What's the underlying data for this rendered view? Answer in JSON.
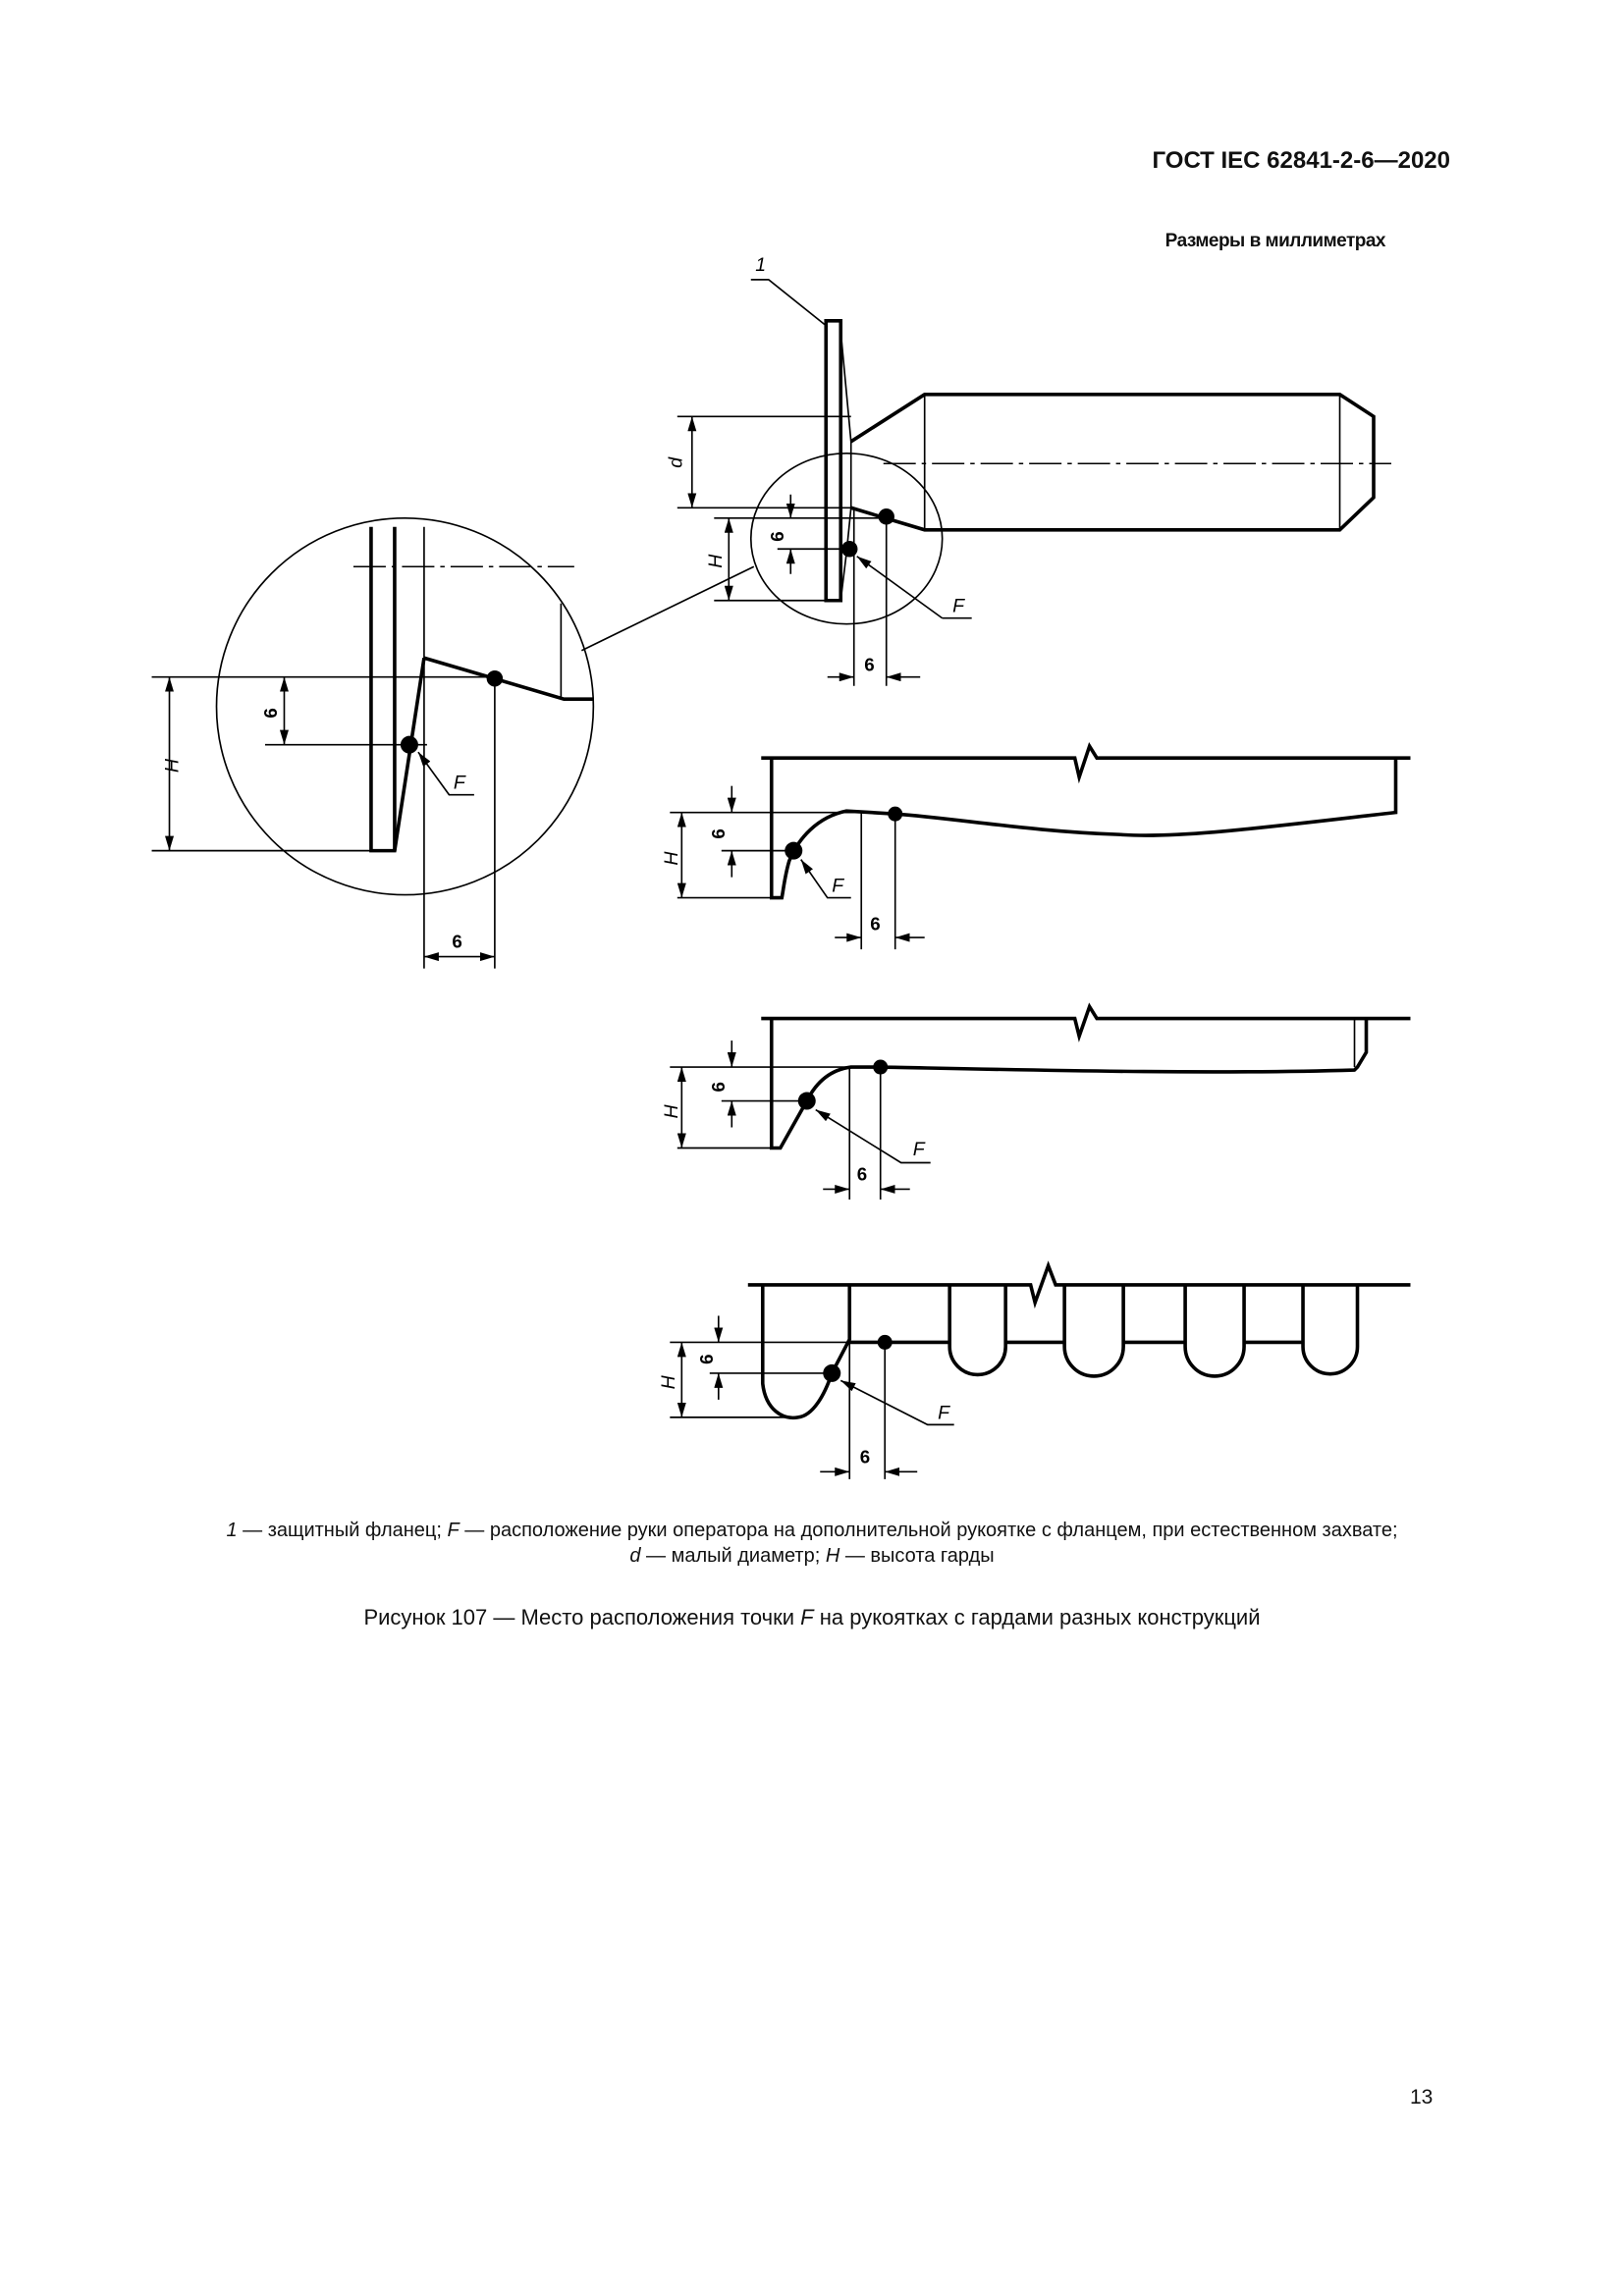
{
  "header": {
    "doc_id": "ГОСТ IEC 62841-2-6—2020",
    "units": "Размеры в миллиметрах"
  },
  "figure": {
    "callout_1": "1",
    "label_d": "d",
    "label_H": "H",
    "label_F": "F",
    "dim_6": "6"
  },
  "legend": {
    "line1": [
      {
        "sym": "1",
        "text": " — защитный фланец; "
      },
      {
        "sym": "F",
        "text": " — расположение руки оператора на дополнительной рукоятке с фланцем, при естественном захвате;"
      }
    ],
    "line2": [
      {
        "sym": "d",
        "text": " — малый диаметр; "
      },
      {
        "sym": "H",
        "text": " — высота гарды"
      }
    ]
  },
  "caption": {
    "prefix": "Рисунок 107 — Место расположения точки ",
    "sym": "F",
    "suffix": " на рукоятках с гардами разных конструкций"
  },
  "page_number": "13"
}
